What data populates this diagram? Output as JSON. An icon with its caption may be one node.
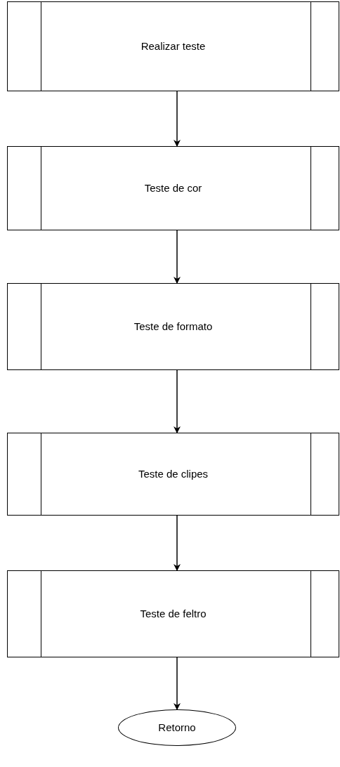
{
  "diagram": {
    "nodes": [
      {
        "text": [
          "Realizar teste"
        ]
      },
      {
        "text": [
          "Teste de cor"
        ]
      },
      {
        "text": [
          "Teste de formato"
        ]
      },
      {
        "text": [
          "Teste de clipes"
        ]
      },
      {
        "text": [
          "Teste de feltro"
        ]
      },
      {
        "text": [
          "Retorno"
        ]
      }
    ],
    "edges": [
      {
        "from": 0,
        "to": 1,
        "arrow": "to"
      },
      {
        "from": 1,
        "to": 2,
        "arrow": "to"
      },
      {
        "from": 2,
        "to": 3,
        "arrow": "to"
      },
      {
        "from": 3,
        "to": 4,
        "arrow": "to"
      },
      {
        "from": 4,
        "to": 5,
        "arrow": "to"
      }
    ]
  }
}
